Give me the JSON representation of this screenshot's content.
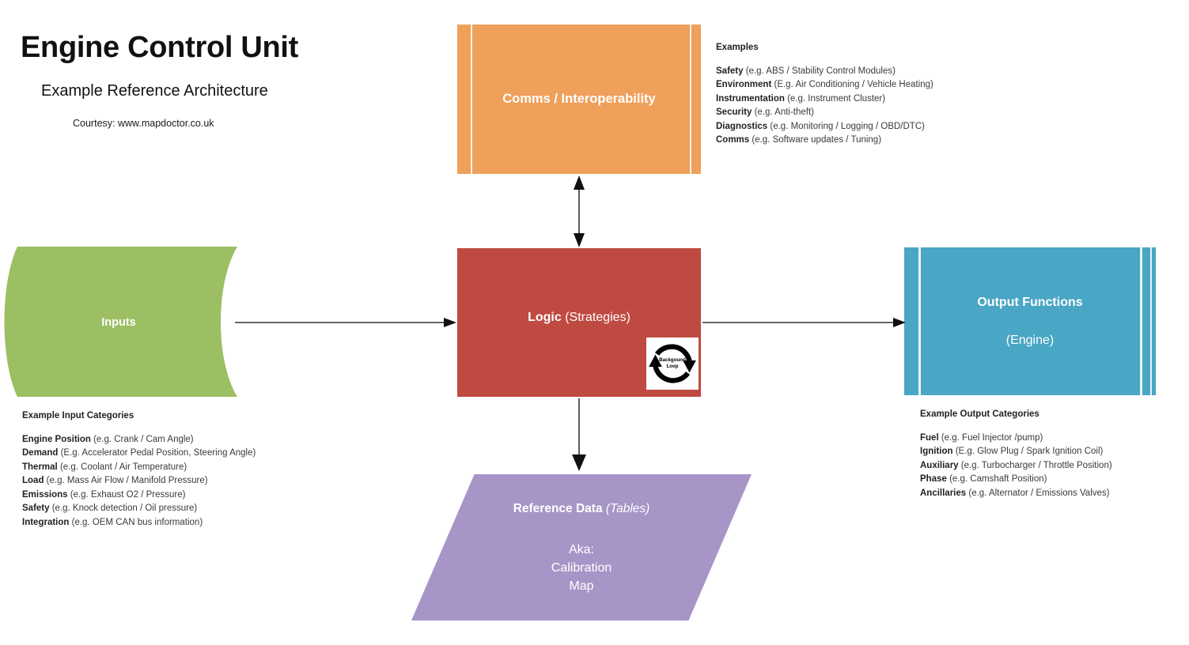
{
  "title": {
    "main": "Engine Control Unit",
    "subtitle": "Example Reference Architecture",
    "courtesy": "Courtesy: www.mapdoctor.co.uk"
  },
  "colors": {
    "inputs_green": "#9CBF63",
    "comms_orange": "#EFA05B",
    "logic_red": "#BF4A42",
    "output_blue": "#49A6C4",
    "refdata_purple": "#A795C7",
    "arrow_black": "#231f20",
    "background": "#FFFFFF"
  },
  "nodes": {
    "inputs": {
      "label": "Inputs",
      "shape": "tape"
    },
    "comms": {
      "label": "Comms / Interoperability",
      "shape": "alternate-process"
    },
    "logic": {
      "label_bold": "Logic",
      "label_plain": " (Strategies)",
      "shape": "rectangle",
      "badge": {
        "line1": "Backgound",
        "line2": "Loop",
        "icon": "circular-loop-arrows-icon"
      }
    },
    "output": {
      "label_bold": "Output Functions",
      "label_plain": "(Engine)",
      "shape": "alternate-process"
    },
    "refdata": {
      "label_bold": "Reference Data",
      "label_italic": " (Tables)",
      "aka_line1": "Aka:",
      "aka_line2": "Calibration",
      "aka_line3": "Map",
      "shape": "parallelogram"
    }
  },
  "examples_note": {
    "heading": "Examples",
    "items": [
      {
        "bold": "Safety",
        "rest": " (e.g. ABS / Stability Control Modules)"
      },
      {
        "bold": "Environment",
        "rest": " (E.g. Air Conditioning / Vehicle Heating)"
      },
      {
        "bold": "Instrumentation",
        "rest": " (e.g. Instrument Cluster)"
      },
      {
        "bold": "Security",
        "rest": " (e.g. Anti-theft)"
      },
      {
        "bold": "Diagnostics",
        "rest": " (e.g. Monitoring / Logging / OBD/DTC)"
      },
      {
        "bold": "Comms",
        "rest": " (e.g. Software updates / Tuning)"
      }
    ]
  },
  "input_note": {
    "heading": "Example Input Categories",
    "items": [
      {
        "bold": "Engine Position",
        "rest": " (e.g. Crank / Cam Angle)"
      },
      {
        "bold": "Demand",
        "rest": " (E.g. Accelerator Pedal Position, Steering Angle)"
      },
      {
        "bold": "Thermal",
        "rest": " (e.g. Coolant / Air Temperature)"
      },
      {
        "bold": "Load",
        "rest": " (e.g. Mass Air Flow / Manifold Pressure)"
      },
      {
        "bold": "Emissions",
        "rest": " (e.g. Exhaust O2 / Pressure)"
      },
      {
        "bold": "Safety",
        "rest": " (e.g. Knock detection / Oil pressure)"
      },
      {
        "bold": "Integration",
        "rest": " (e.g. OEM CAN bus information)"
      }
    ]
  },
  "output_note": {
    "heading": "Example Output Categories",
    "items": [
      {
        "bold": "Fuel",
        "rest": " (e.g. Fuel Injector /pump)"
      },
      {
        "bold": "Ignition",
        "rest": " (E.g. Glow Plug / Spark Ignition Coil)"
      },
      {
        "bold": "Auxiliary",
        "rest": " (e.g. Turbocharger / Throttle Position)"
      },
      {
        "bold": "Phase",
        "rest": " (e.g. Camshaft Position)"
      },
      {
        "bold": "Ancillaries",
        "rest": " (e.g. Alternator / Emissions Valves)"
      }
    ]
  },
  "connectors": [
    {
      "name": "inputs-to-logic",
      "type": "arrow-right",
      "heads": 1
    },
    {
      "name": "logic-to-output",
      "type": "arrow-right",
      "heads": 1
    },
    {
      "name": "comms-logic-bidirectional",
      "type": "arrow-vertical",
      "heads": 2
    },
    {
      "name": "logic-to-refdata",
      "type": "arrow-down",
      "heads": 1
    }
  ]
}
